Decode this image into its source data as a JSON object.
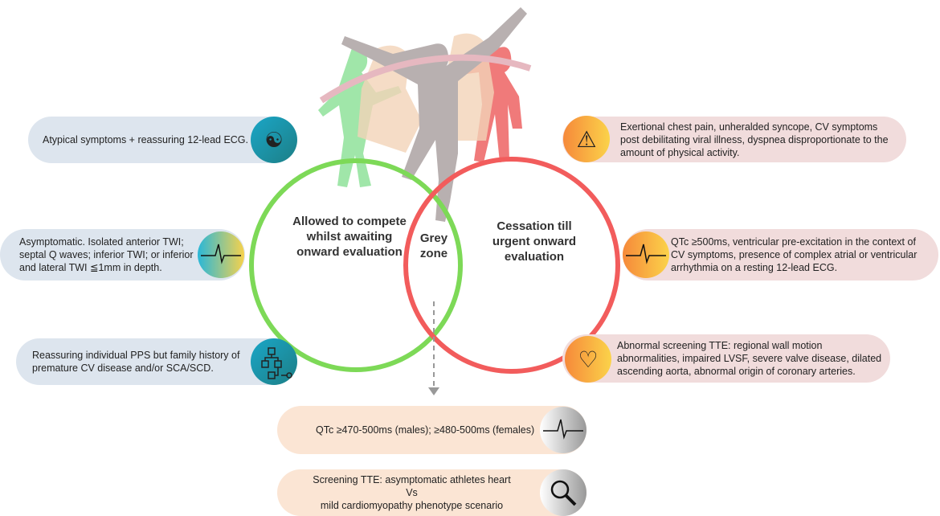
{
  "left": [
    {
      "text": "Atypical symptoms + reassuring 12-lead ECG.",
      "icon": "person-rotate-icon"
    },
    {
      "text": "Asymptomatic. Isolated anterior TWI; septal Q waves; inferior TWI; or inferior and lateral TWI ≦1mm in depth.",
      "icon": "ecg-icon"
    },
    {
      "text": "Reassuring individual PPS but family history of premature CV disease and/or SCA/SCD.",
      "icon": "family-tree-icon"
    }
  ],
  "right": [
    {
      "text": "Exertional chest pain, unheralded syncope, CV symptoms post debilitating viral illness, dyspnea disproportionate to the amount of physical activity.",
      "icon": "warning-icon"
    },
    {
      "text": "QTc ≥500ms, ventricular pre-excitation in the context of CV symptoms, presence of complex atrial or ventricular arrhythmia on a resting 12-lead ECG.",
      "icon": "ecg-icon"
    },
    {
      "text": "Abnormal screening TTE: regional wall motion abnormalities, impaired LVSF, severe valve disease, dilated ascending aorta, abnormal origin of coronary arteries.",
      "icon": "heart-icon"
    }
  ],
  "bottom": [
    {
      "text": "QTc ≥470-500ms (males); ≥480-500ms (females)",
      "icon": "ecg-icon"
    },
    {
      "line1": "Screening TTE: asymptomatic athletes heart",
      "line2": "Vs",
      "line3": "mild cardiomyopathy phenotype scenario",
      "icon": "magnifier-icon"
    }
  ],
  "circles": {
    "green": "Allowed to compete whilst awaiting onward evaluation",
    "grey": "Grey zone",
    "red": "Cessation till urgent onward evaluation"
  },
  "colors": {
    "green": "#7dd957",
    "red": "#f25c5c",
    "grey": "#b5adad"
  }
}
